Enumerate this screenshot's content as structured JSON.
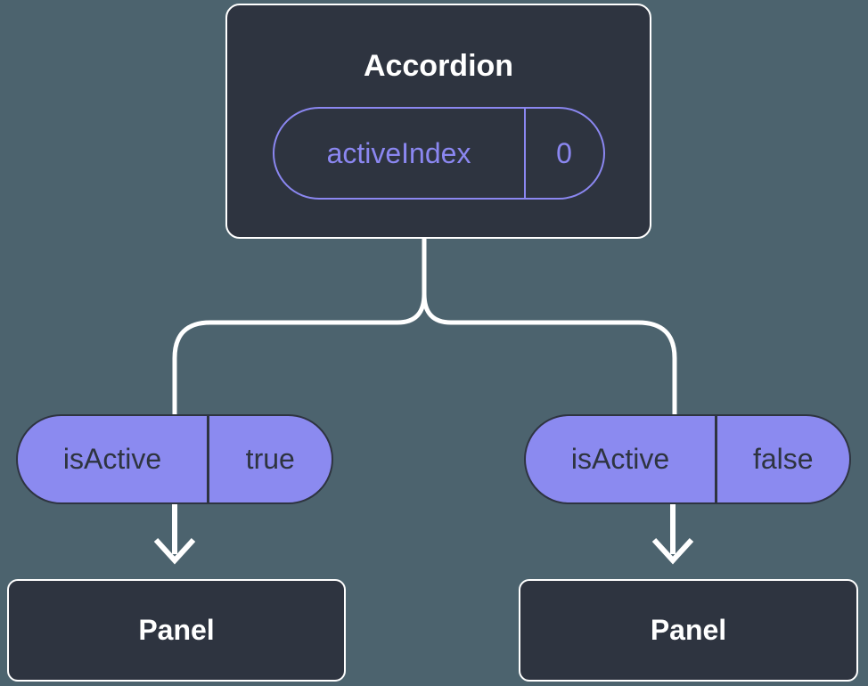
{
  "diagram": {
    "root": {
      "title": "Accordion",
      "prop_name": "activeIndex",
      "prop_value": "0"
    },
    "branches": [
      {
        "prop_name": "isActive",
        "prop_value": "true",
        "child_title": "Panel"
      },
      {
        "prop_name": "isActive",
        "prop_value": "false",
        "child_title": "Panel"
      }
    ],
    "colors": {
      "background": "#4c636e",
      "node_fill": "#2e3440",
      "node_border": "#ffffff",
      "accent_purple": "#8b87f1",
      "pill_fill": "#8b8af0",
      "pill_text": "#2e3440",
      "connector": "#ffffff",
      "title_text": "#ffffff"
    }
  }
}
